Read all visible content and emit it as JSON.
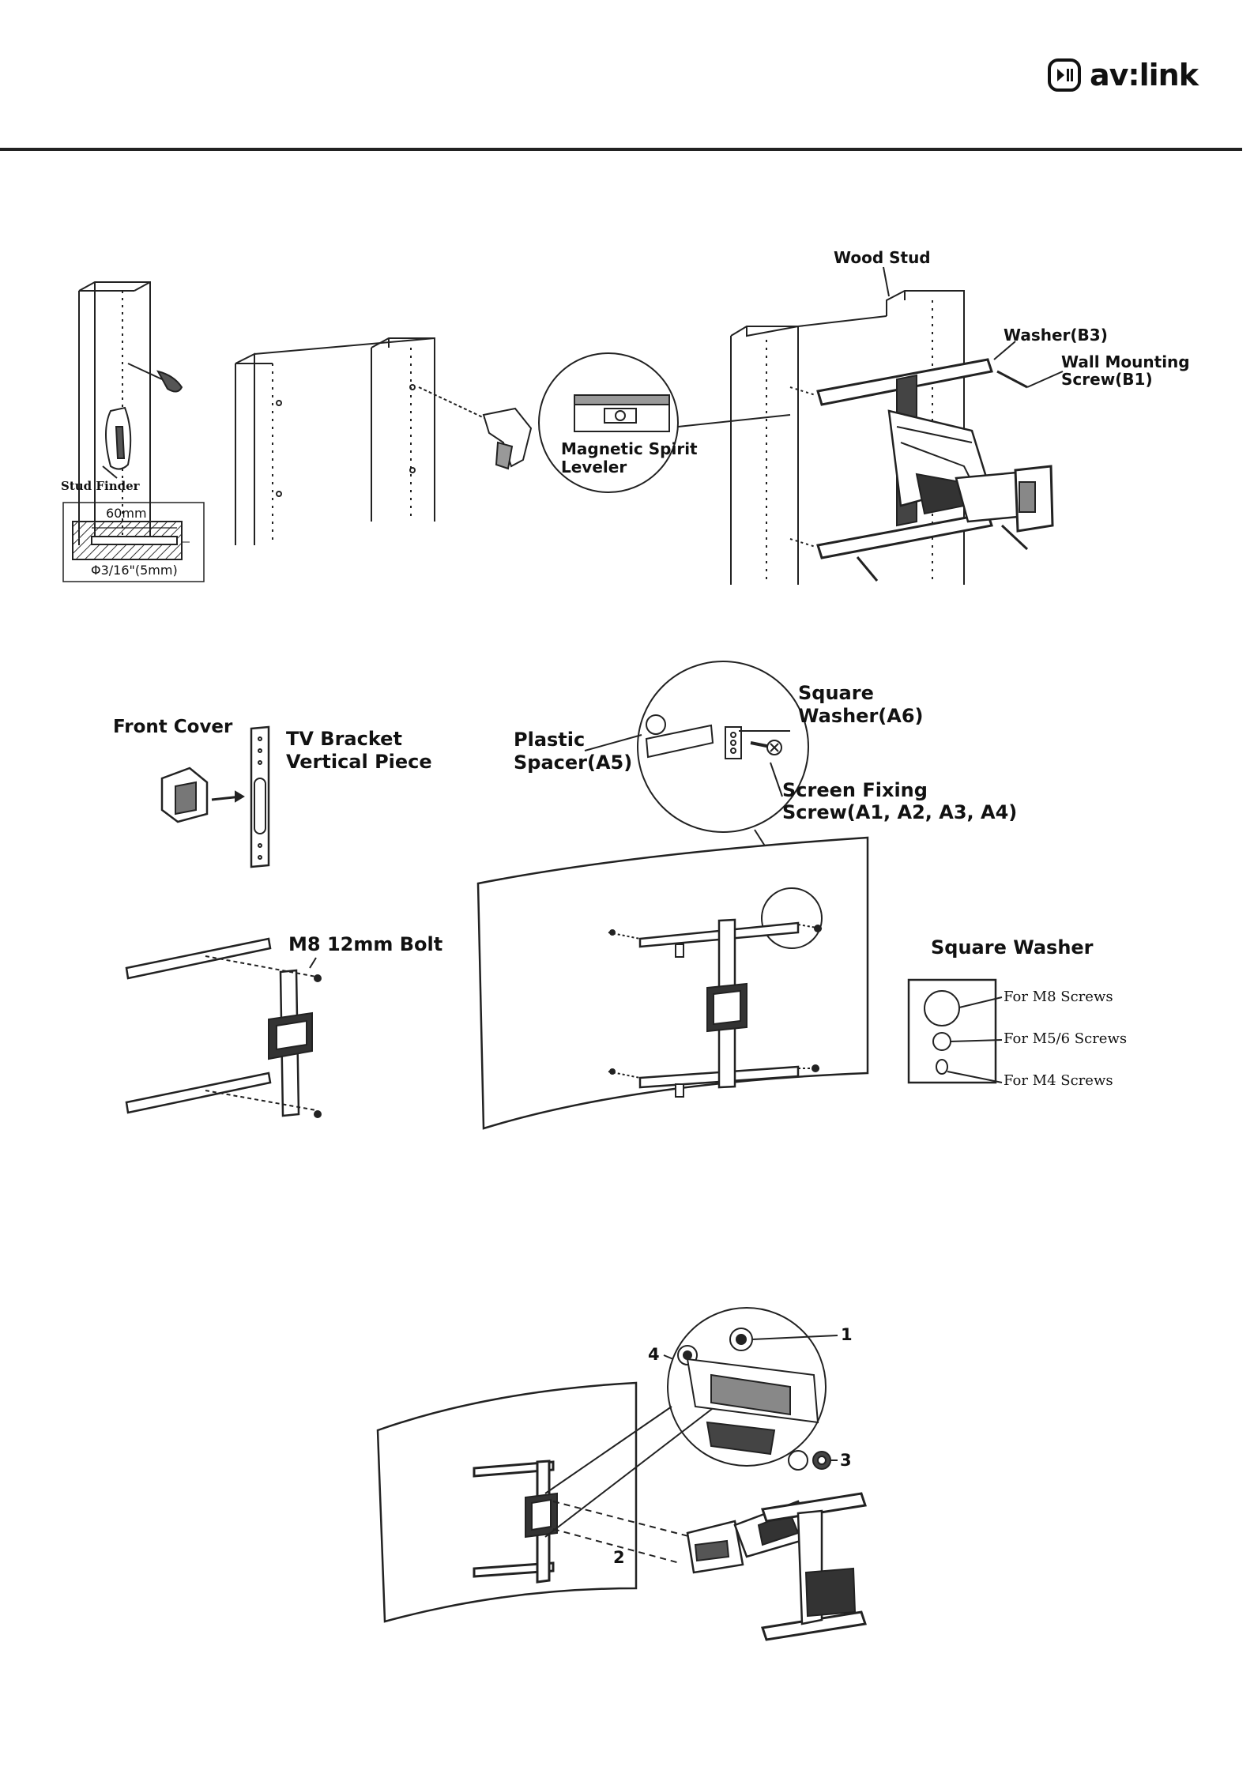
{
  "header": {
    "brand": "av:link"
  },
  "figure1": {
    "stud_finder": "Stud Finder",
    "dim_width": "60mm",
    "dim_drill": "Φ3/16\"(5mm)",
    "leveler_line1": "Magnetic Spirit",
    "leveler_line2": "Leveler",
    "wood_stud": "Wood Stud",
    "washer": "Washer(B3)",
    "wall_screw_line1": "Wall Mounting",
    "wall_screw_line2": "Screw(B1)"
  },
  "figure2": {
    "front_cover": "Front Cover",
    "tv_bracket_line1": "TV Bracket",
    "tv_bracket_line2": "Vertical Piece",
    "plastic_spacer_line1": "Plastic",
    "plastic_spacer_line2": "Spacer(A5)",
    "square_washer_line1": "Square",
    "square_washer_line2": "Washer(A6)",
    "screen_screw_line1": "Screen Fixing",
    "screen_screw_line2": "Screw(A1, A2, A3, A4)",
    "m8_bolt": "M8 12mm Bolt",
    "square_washer_title": "Square Washer",
    "washer_m8": "For M8 Screws",
    "washer_m56": "For M5/6 Screws",
    "washer_m4": "For M4 Screws"
  },
  "figure3": {
    "callout_1": "1",
    "callout_2": "2",
    "callout_3": "3",
    "callout_4": "4"
  }
}
